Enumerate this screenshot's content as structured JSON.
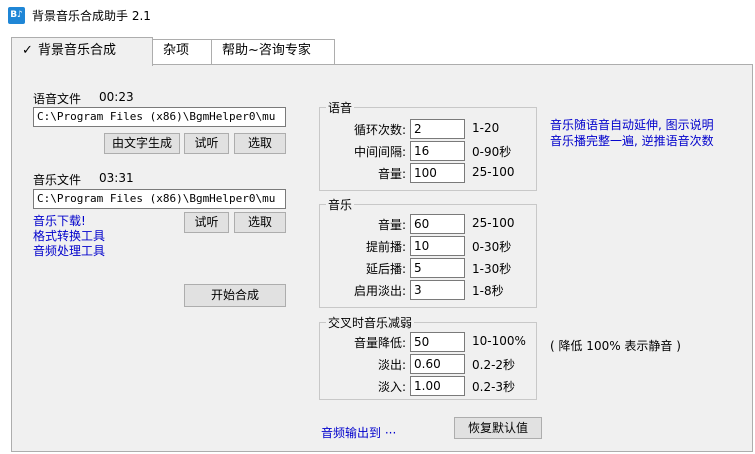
{
  "window": {
    "title": "背景音乐合成助手 2.1",
    "icon_text": "B♪"
  },
  "tabs": [
    {
      "label": "背景音乐合成",
      "check": "✓"
    },
    {
      "label": "杂项"
    },
    {
      "label": "帮助~咨询专家"
    }
  ],
  "voice": {
    "label": "语音文件",
    "duration": "00:23",
    "path": "C:\\Program Files (x86)\\BgmHelper0\\mu",
    "btn_text_gen": "由文字生成",
    "btn_listen": "试听",
    "btn_select": "选取"
  },
  "music": {
    "label": "音乐文件",
    "duration": "03:31",
    "path": "C:\\Program Files (x86)\\BgmHelper0\\mu",
    "btn_listen": "试听",
    "btn_select": "选取"
  },
  "links": [
    "音乐下载!",
    "格式转换工具",
    "音频处理工具"
  ],
  "start_button": "开始合成",
  "group_voice": {
    "title": "语音",
    "rows": [
      {
        "label": "循环次数:",
        "value": "2",
        "range": "1-20"
      },
      {
        "label": "中间间隔:",
        "value": "16",
        "range": "0-90秒"
      },
      {
        "label": "音量:",
        "value": "100",
        "range": "25-100"
      }
    ]
  },
  "note_voice": {
    "line1": "音乐随语音自动延伸, 图示说明",
    "line2": "音乐播完整一遍, 逆推语音次数"
  },
  "group_music": {
    "title": "音乐",
    "rows": [
      {
        "label": "音量:",
        "value": "60",
        "range": "25-100"
      },
      {
        "label": "提前播:",
        "value": "10",
        "range": "0-30秒"
      },
      {
        "label": "延后播:",
        "value": "5",
        "range": "1-30秒"
      },
      {
        "label": "启用淡出:",
        "value": "3",
        "range": "1-8秒"
      }
    ]
  },
  "group_cross": {
    "title": "交叉时音乐减弱",
    "rows": [
      {
        "label": "音量降低:",
        "value": "50",
        "range": "10-100%"
      },
      {
        "label": "淡出:",
        "value": "0.60",
        "range": "0.2-2秒"
      },
      {
        "label": "淡入:",
        "value": "1.00",
        "range": "0.2-3秒"
      }
    ]
  },
  "note_cross": "( 降低 100% 表示静音 )",
  "output_label": "音频输出到 ···",
  "reset_button": "恢复默认值"
}
